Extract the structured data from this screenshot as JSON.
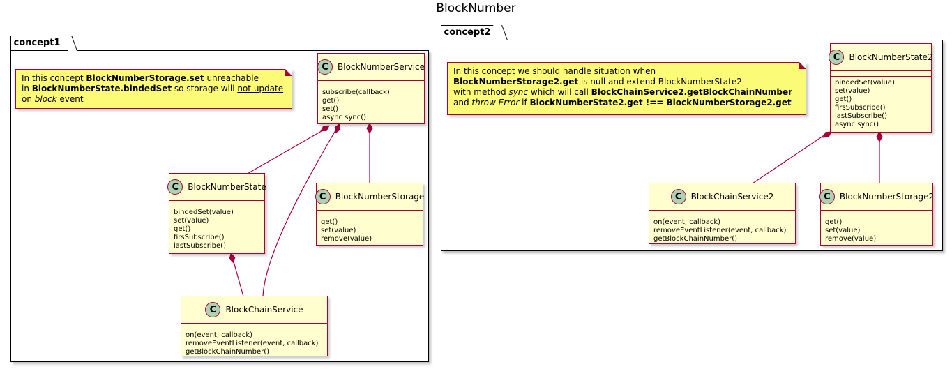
{
  "title": "BlockNumber",
  "packages": {
    "concept1": {
      "name": "concept1"
    },
    "concept2": {
      "name": "concept2"
    }
  },
  "classes": {
    "c1_service": {
      "name": "BlockNumberService",
      "icon": "C",
      "methods": [
        "subscribe(callback)",
        "get()",
        "set()",
        "async sync()"
      ]
    },
    "c1_state": {
      "name": "BlockNumberState",
      "icon": "C",
      "methods": [
        "bindedSet(value)",
        "set(value)",
        "get()",
        "firsSubscribe()",
        "lastSubscribe()"
      ]
    },
    "c1_storage": {
      "name": "BlockNumberStorage",
      "icon": "C",
      "methods": [
        "get()",
        "set(value)",
        "remove(value)"
      ]
    },
    "c1_chain": {
      "name": "BlockChainService",
      "icon": "C",
      "methods": [
        "on(event, callback)",
        "removeEventListener(event, callback)",
        "getBlockChainNumber()"
      ]
    },
    "c2_state": {
      "name": "BlockNumberState2",
      "icon": "C",
      "methods": [
        "bindedSet(value)",
        "set(value)",
        "get()",
        "firsSubscribe()",
        "lastSubscribe()",
        "async sync()"
      ]
    },
    "c2_chain": {
      "name": "BlockChainService2",
      "icon": "C",
      "methods": [
        "on(event, callback)",
        "removeEventListener(event, callback)",
        "getBlockChainNumber()"
      ]
    },
    "c2_storage": {
      "name": "BlockNumberStorage2",
      "icon": "C",
      "methods": [
        "get()",
        "set(value)",
        "remove(value)"
      ]
    }
  },
  "notes": {
    "note1": {
      "l1": {
        "a": "In this concept ",
        "b": "BlockNumberStorage.set",
        "c": " ",
        "u": "unreachable"
      },
      "l2": {
        "a": "in ",
        "b": "BlockNumberState.bindedSet",
        "c": " so storage will ",
        "u": "not update"
      },
      "l3": {
        "a": "on ",
        "i": "block",
        "c": " event"
      }
    },
    "note2": {
      "l1": {
        "a": "In this concept we should handle situation when"
      },
      "l2": {
        "b": "BlockNumberStorage2.get",
        "c": " is null and extend BlockNumberState2"
      },
      "l3": {
        "a": "with method ",
        "i": "sync",
        "c": " which will call ",
        "b": "BlockChainService2.getBlockChainNumber"
      },
      "l4": {
        "a": "and ",
        "i": "throw Error",
        "c": " if ",
        "b": "BlockNumberState2.get !== BlockNumberStorage2.get"
      }
    }
  },
  "colors": {
    "class_fill": "#fefece",
    "class_border": "#a80036",
    "icon_fill": "#add1b2",
    "note_fill": "#fbfb77",
    "link": "#a80036"
  }
}
